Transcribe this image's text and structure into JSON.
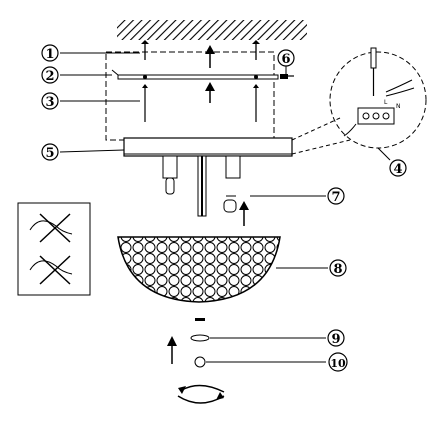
{
  "diagram": {
    "callouts": [
      {
        "id": "c1",
        "label": "1",
        "part": "ceiling-screw"
      },
      {
        "id": "c2",
        "label": "2",
        "part": "mounting-bracket"
      },
      {
        "id": "c3",
        "label": "3",
        "part": "wall-plug"
      },
      {
        "id": "c4",
        "label": "4",
        "part": "terminal-block"
      },
      {
        "id": "c5",
        "label": "5",
        "part": "lamp-base"
      },
      {
        "id": "c6",
        "label": "6",
        "part": "side-screw"
      },
      {
        "id": "c7",
        "label": "7",
        "part": "bulb"
      },
      {
        "id": "c8",
        "label": "8",
        "part": "glass-shade"
      },
      {
        "id": "c9",
        "label": "9",
        "part": "decorative-ring"
      },
      {
        "id": "c10",
        "label": "10",
        "part": "finial-knob"
      }
    ],
    "wiring_marks": [
      "L",
      "N"
    ],
    "colors": {
      "line": "#000000",
      "hatch": "#000000",
      "background": "#ffffff"
    }
  }
}
